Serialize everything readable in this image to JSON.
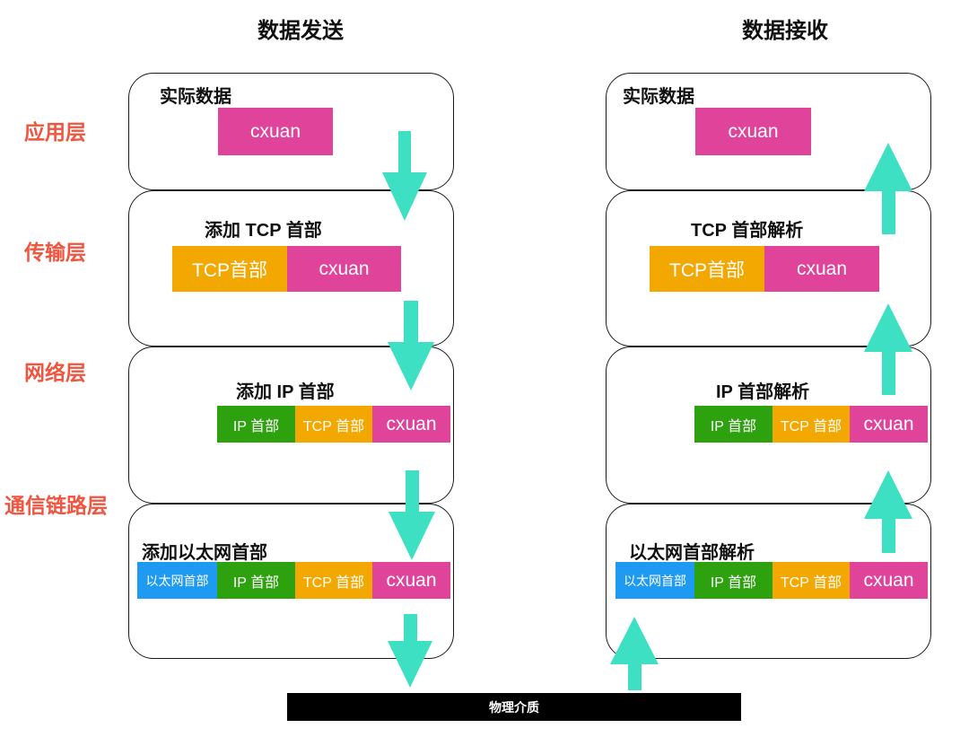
{
  "titles": {
    "send": "数据发送",
    "receive": "数据接收"
  },
  "layers": [
    "应用层",
    "传输层",
    "网络层",
    "通信链路层"
  ],
  "send": {
    "app_title": "实际数据",
    "transport_title": "添加 TCP 首部",
    "network_title": "添加 IP 首部",
    "link_title": "添加以太网首部"
  },
  "receive": {
    "app_title": "实际数据",
    "transport_title": "TCP 首部解析",
    "network_title": "IP 首部解析",
    "link_title": "以太网首部解析"
  },
  "segments": {
    "data": "cxuan",
    "tcp_header": "TCP首部",
    "tcp_header_spaced": "TCP 首部",
    "ip_header": "IP 首部",
    "eth_header": "以太网首部"
  },
  "medium": "物理介质",
  "colors": {
    "data": "#e0449a",
    "tcp": "#f2a800",
    "ip": "#2ea10f",
    "ethernet": "#1f9af2",
    "arrow": "#3de0c2",
    "layer_label": "#f0553f"
  }
}
